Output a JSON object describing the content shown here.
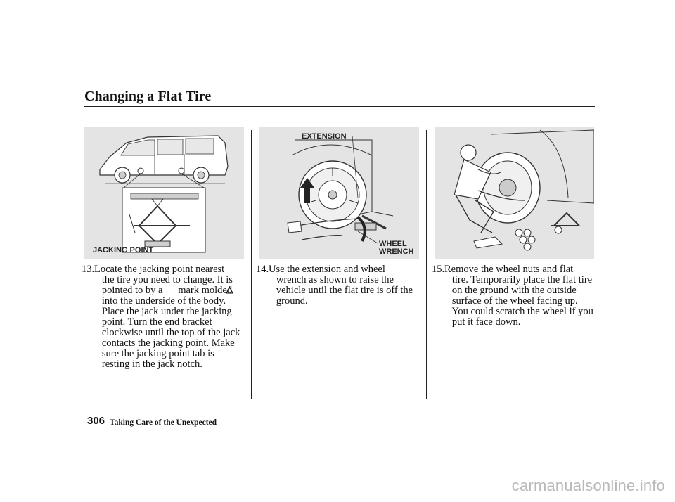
{
  "header": {
    "title": "Changing a Flat Tire"
  },
  "figures": {
    "fig1": {
      "label": "JACKING POINT"
    },
    "fig2": {
      "label_top": "EXTENSION",
      "label_bottom_1": "WHEEL",
      "label_bottom_2": "WRENCH"
    }
  },
  "steps": [
    {
      "number": "13.",
      "text": "Locate the jacking point nearest\n   the tire you need to change. It is\n   pointed to by a      mark molded\n   into the underside of the body.\n   Place the jack under the jacking\n   point. Turn the end bracket\n   clockwise until the top of the jack\n   contacts the jacking point. Make\n   sure the jacking point tab is\n   resting in the jack notch."
    },
    {
      "number": "14.",
      "text": "Use the extension and wheel\n   wrench as shown to raise the\n   vehicle until the flat tire is off the\n   ground."
    },
    {
      "number": "15.",
      "text": "Remove the wheel nuts and flat\n   tire. Temporarily place the flat tire\n   on the ground with the outside\n   surface of the wheel facing up.\n   You could scratch the wheel if you\n   put it face down."
    }
  ],
  "footer": {
    "page_number": "306",
    "section": "Taking Care of the Unexpected"
  },
  "watermark": "carmanualsonline.info"
}
